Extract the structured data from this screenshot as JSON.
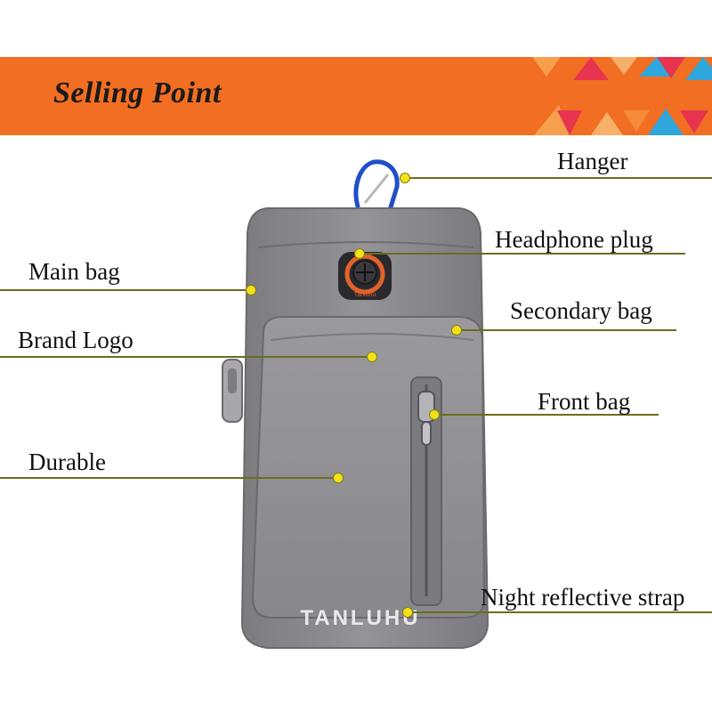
{
  "banner": {
    "title": "Selling Point",
    "color": "#f26e22",
    "triangle_colors": [
      "#e8344e",
      "#2fa6dc"
    ]
  },
  "product": {
    "brand_text": "TANLUHU",
    "badge_text": "Tanluhu",
    "body_color": "#8a8a8e",
    "front_color": "#8f8f93",
    "accent_color": "#e2622a"
  },
  "callouts": {
    "hanger": "Hanger",
    "headphone_plug": "Headphone plug",
    "main_bag": "Main bag",
    "secondary_bag": "Secondary bag",
    "brand_logo": "Brand Logo",
    "front_bag": "Front bag",
    "durable": "Durable",
    "night_reflective_strap": "Night reflective strap"
  },
  "callout_style": {
    "line_color": "#6b6d1e",
    "dot_color": "#f2e21a"
  }
}
